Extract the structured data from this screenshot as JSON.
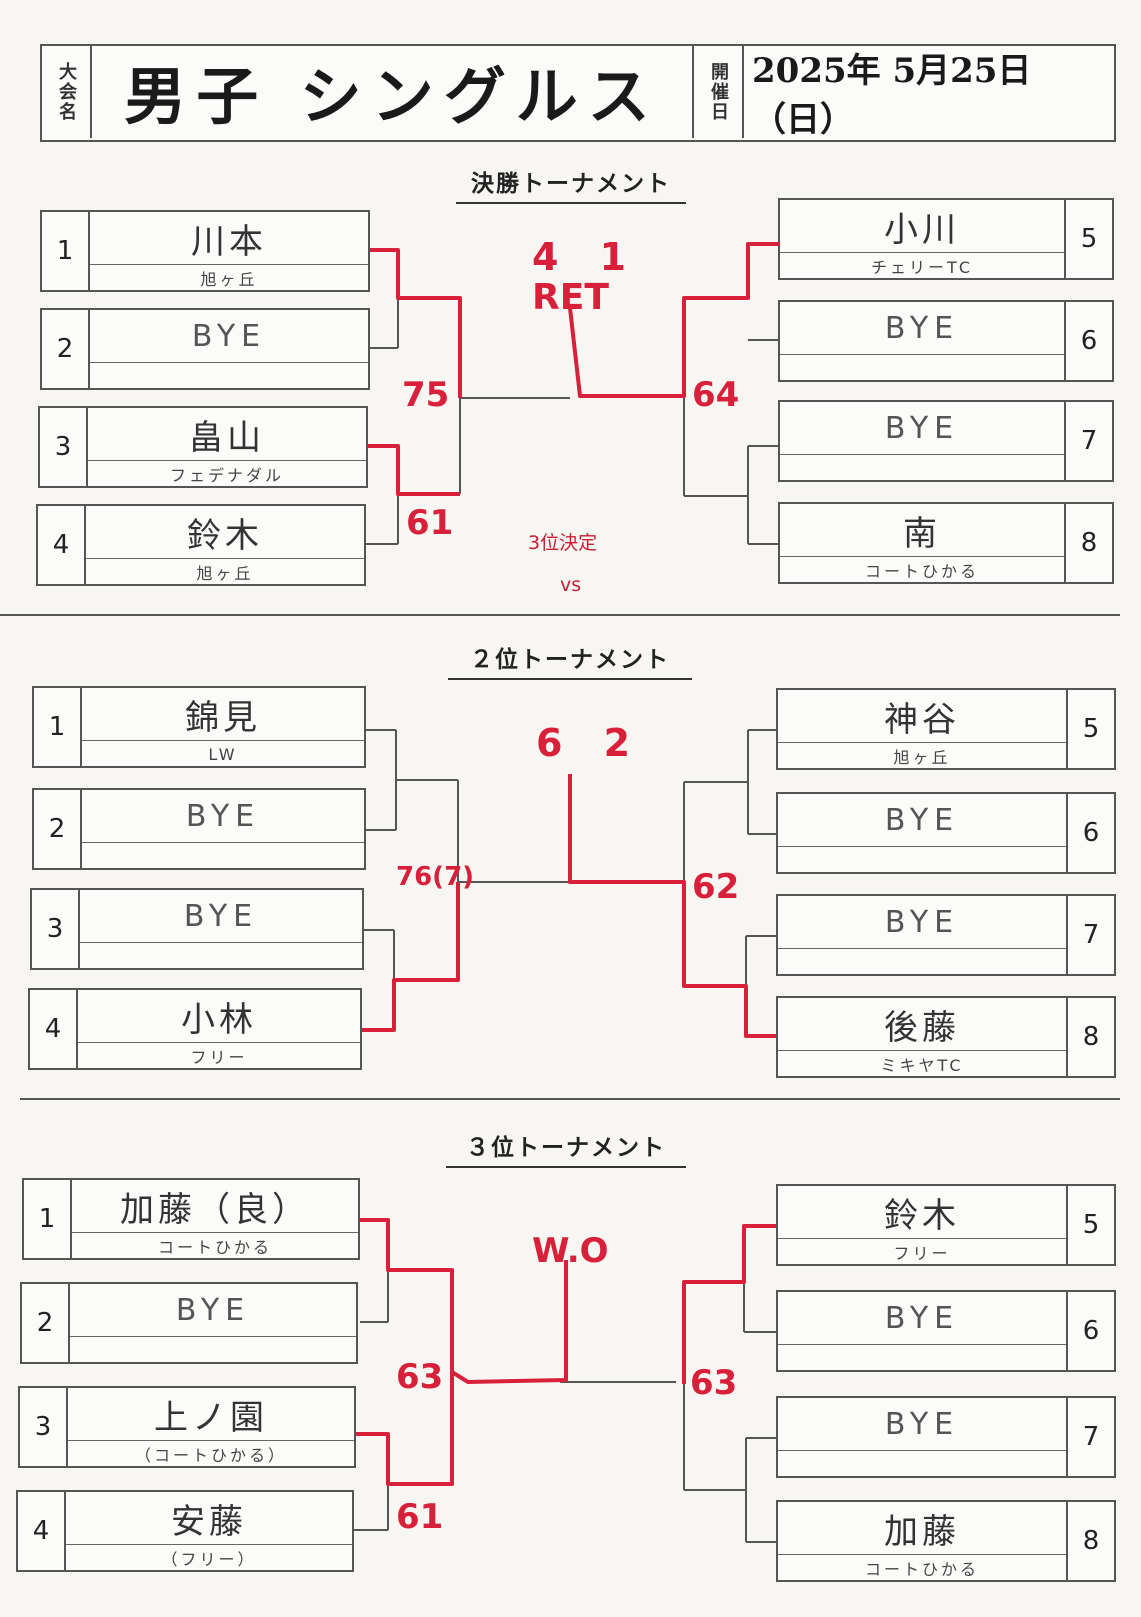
{
  "header": {
    "label_event": "大会名",
    "title": "男子 シングルス",
    "label_date": "開催日",
    "date": "2025年 5月25日（日）"
  },
  "sections": [
    {
      "title": "決勝トーナメント",
      "players": [
        {
          "num": "1",
          "name": "川本",
          "club": "旭ヶ丘"
        },
        {
          "num": "2",
          "name": "BYE",
          "club": ""
        },
        {
          "num": "3",
          "name": "畠山",
          "club": "フェデナダル"
        },
        {
          "num": "4",
          "name": "鈴木",
          "club": "旭ヶ丘"
        },
        {
          "num": "5",
          "name": "小川",
          "club": "チェリーTC"
        },
        {
          "num": "6",
          "name": "BYE",
          "club": ""
        },
        {
          "num": "7",
          "name": "BYE",
          "club": ""
        },
        {
          "num": "8",
          "name": "南",
          "club": "コートひかる"
        }
      ],
      "scores": {
        "left_semi_a": "75",
        "left_semi_b": "61",
        "right_semi": "64",
        "final": "4 1",
        "final_note": "RET"
      },
      "note_third": "3位決定",
      "note_vs": "vs"
    },
    {
      "title": "２位トーナメント",
      "players": [
        {
          "num": "1",
          "name": "錦見",
          "club": "LW"
        },
        {
          "num": "2",
          "name": "BYE",
          "club": ""
        },
        {
          "num": "3",
          "name": "BYE",
          "club": ""
        },
        {
          "num": "4",
          "name": "小林",
          "club": "フリー"
        },
        {
          "num": "5",
          "name": "神谷",
          "club": "旭ヶ丘"
        },
        {
          "num": "6",
          "name": "BYE",
          "club": ""
        },
        {
          "num": "7",
          "name": "BYE",
          "club": ""
        },
        {
          "num": "8",
          "name": "後藤",
          "club": "ミキヤTC"
        }
      ],
      "scores": {
        "left_semi": "76(7)",
        "right_semi": "62",
        "final": "6 2"
      }
    },
    {
      "title": "３位トーナメント",
      "players": [
        {
          "num": "1",
          "name": "加藤（良）",
          "club": "コートひかる"
        },
        {
          "num": "2",
          "name": "BYE",
          "club": ""
        },
        {
          "num": "3",
          "name": "上ノ園",
          "club": "（コートひかる）"
        },
        {
          "num": "4",
          "name": "安藤",
          "club": "（フリー）"
        },
        {
          "num": "5",
          "name": "鈴木",
          "club": "フリー"
        },
        {
          "num": "6",
          "name": "BYE",
          "club": ""
        },
        {
          "num": "7",
          "name": "BYE",
          "club": ""
        },
        {
          "num": "8",
          "name": "加藤",
          "club": "コートひかる"
        }
      ],
      "scores": {
        "left_semi_a": "63",
        "left_semi_b": "61",
        "right_semi": "63",
        "final": "W.O"
      }
    }
  ],
  "colors": {
    "ink": "#333333",
    "score_red": "#d8203a",
    "line_gray": "#555555"
  }
}
